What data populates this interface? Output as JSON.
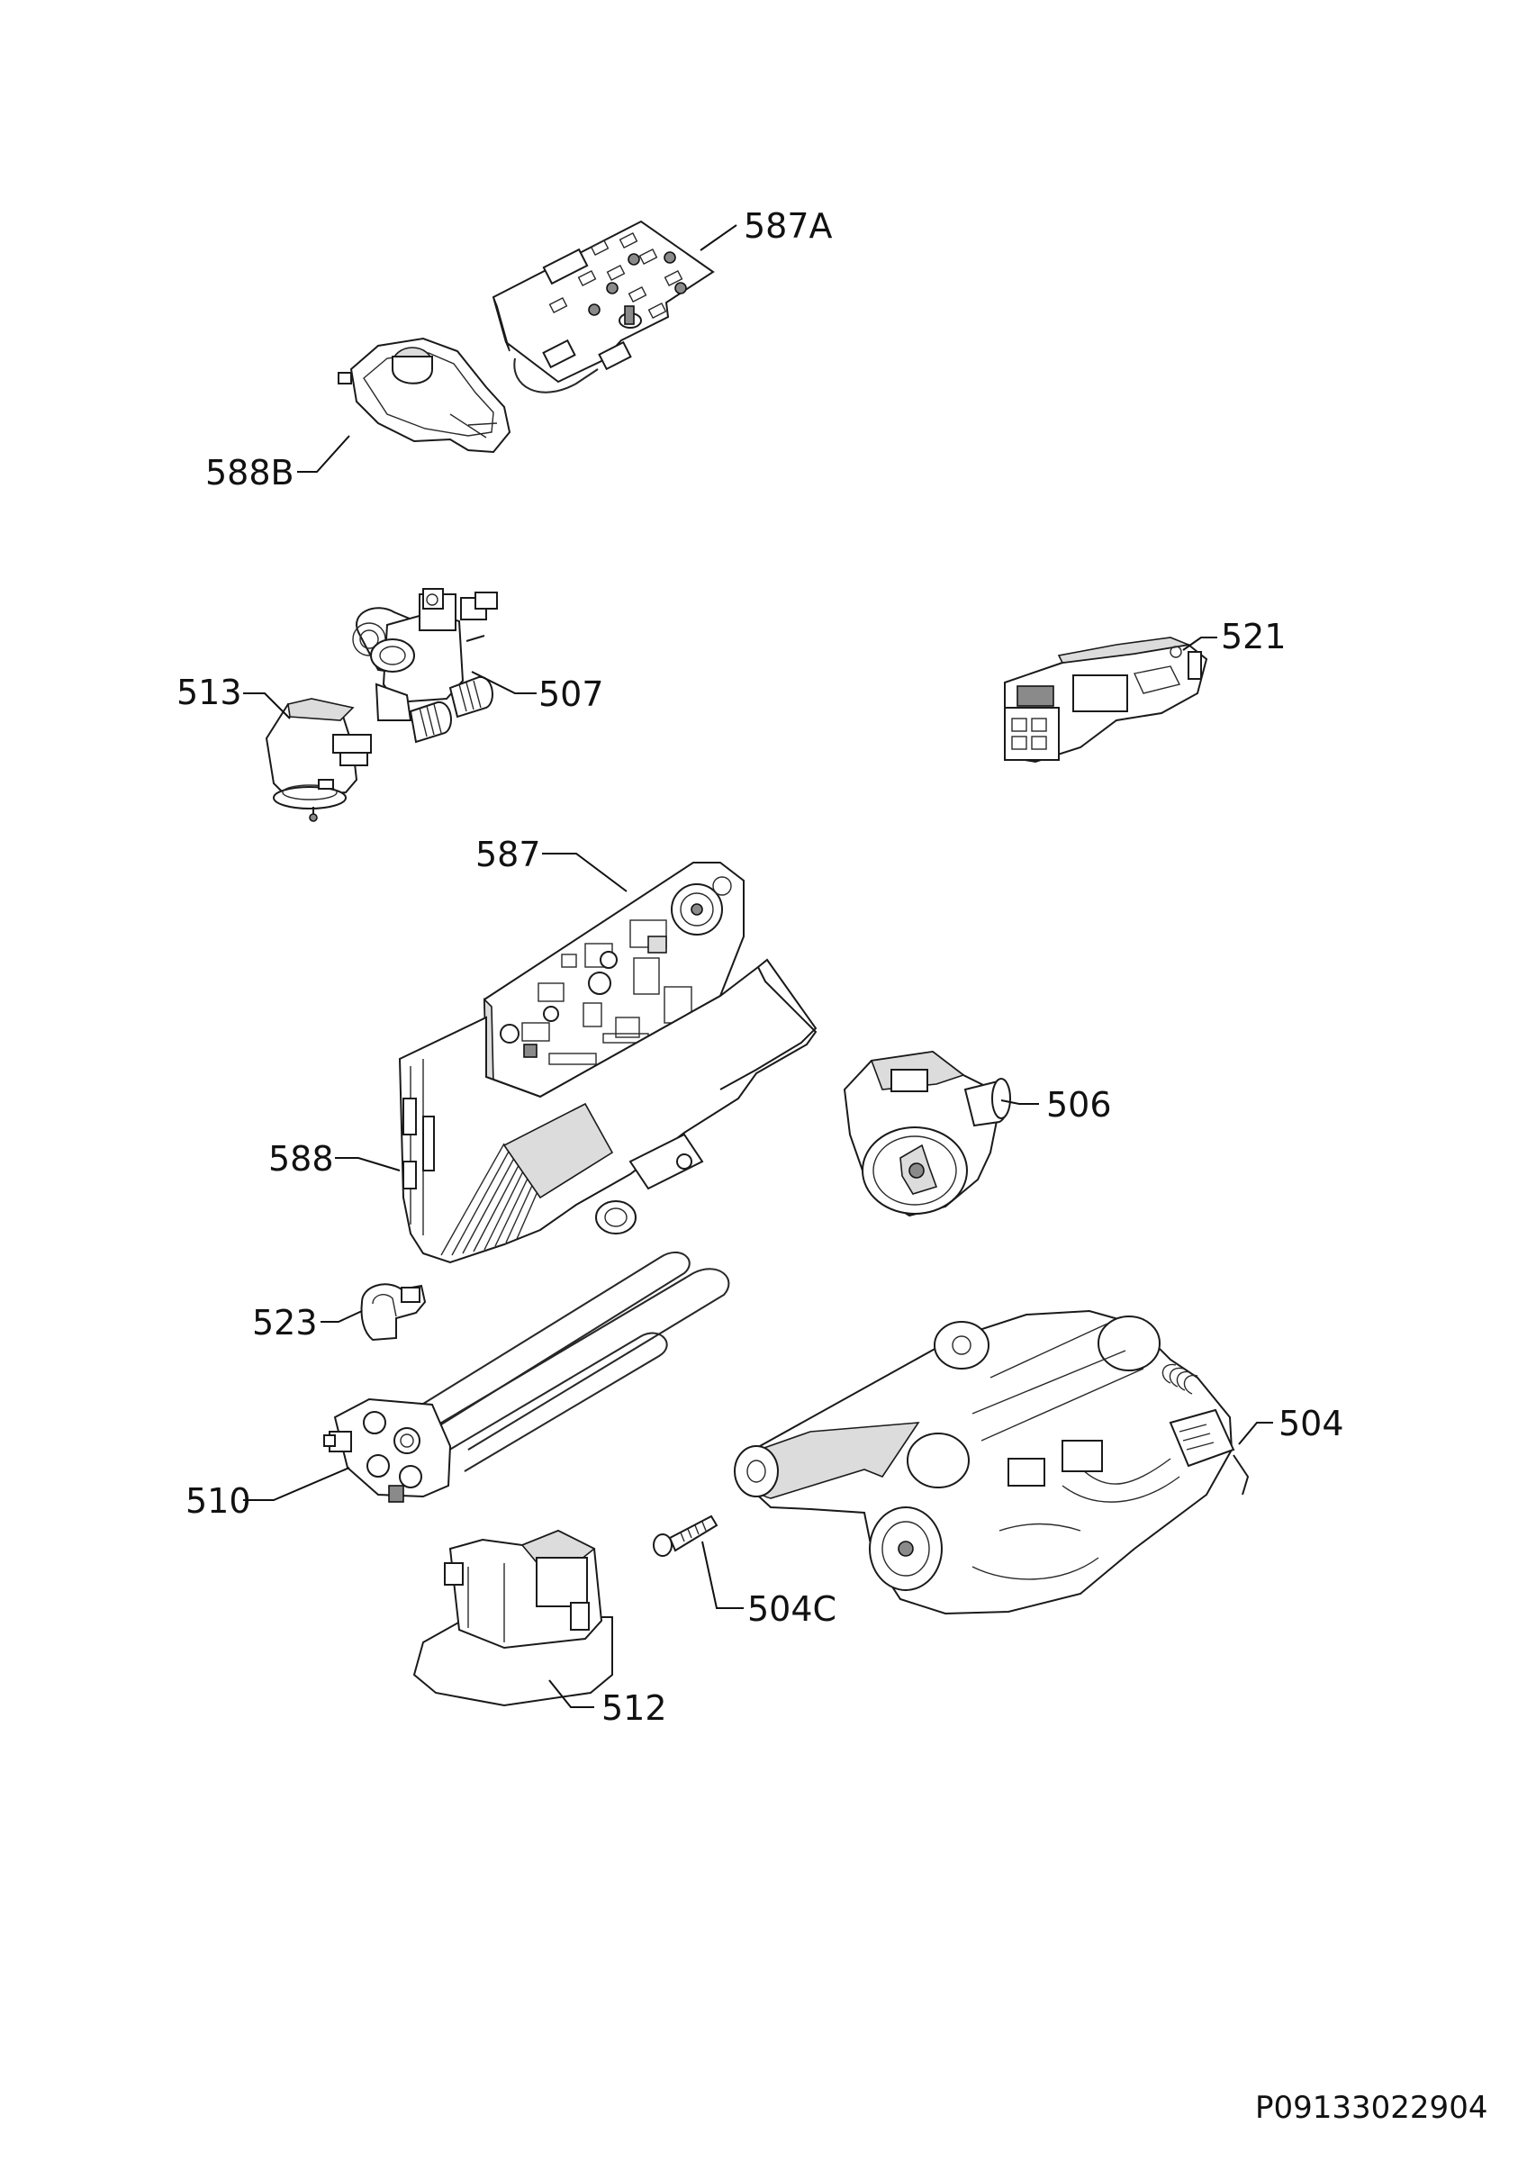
{
  "parts": [
    {
      "id": "587A",
      "label": "587A"
    },
    {
      "id": "588B",
      "label": "588B"
    },
    {
      "id": "513",
      "label": "513"
    },
    {
      "id": "507",
      "label": "507"
    },
    {
      "id": "521",
      "label": "521"
    },
    {
      "id": "587",
      "label": "587"
    },
    {
      "id": "506",
      "label": "506"
    },
    {
      "id": "588",
      "label": "588"
    },
    {
      "id": "523",
      "label": "523"
    },
    {
      "id": "504",
      "label": "504"
    },
    {
      "id": "510",
      "label": "510"
    },
    {
      "id": "504C",
      "label": "504C"
    },
    {
      "id": "512",
      "label": "512"
    }
  ],
  "document_code": "P09133022904"
}
